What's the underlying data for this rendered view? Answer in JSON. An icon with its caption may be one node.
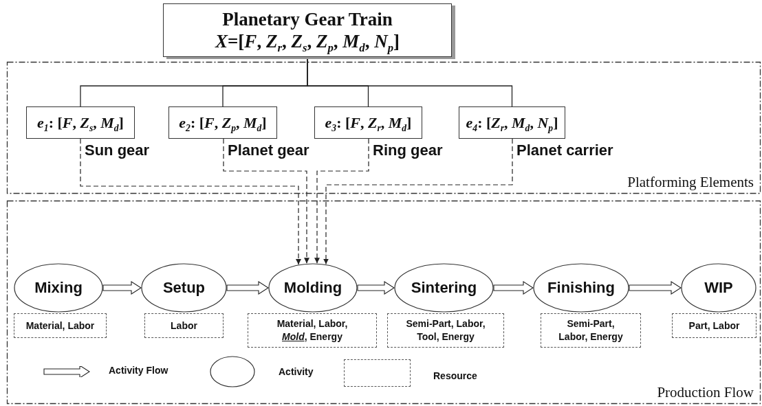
{
  "diagram": {
    "nodes": [
      {
        "text": [
          "Planetary Gear Train",
          "*X*=[*F*, *Z*$_{r}$, *Z*$_{s}$, *Z*$_{p}$, *M*$_{d}$, *N*$_{p}$]"
        ]
      },
      {
        "text": [
          "Platforming Elements"
        ]
      },
      {
        "text": [
          "*e*$_{1}$: [*F*, *Z*$_{s}$, *M*$_{d}$]"
        ],
        "in": 1,
        "beside": [
          "Sun gear"
        ]
      },
      {
        "text": [
          "*e*$_{2}$: [*F*, *Z*$_{p}$, *M*$_{d}$]"
        ],
        "in": 1,
        "beside": [
          "Planet gear"
        ]
      },
      {
        "text": [
          "*e*$_{3}$: [*F*, *Z*$_{r}$, *M*$_{d}$]"
        ],
        "in": 1,
        "beside": [
          "Ring gear"
        ]
      },
      {
        "text": [
          "*e*$_{4}$: [*Z*$_{r}$, *M*$_{d}$, *N*$_{p}$]"
        ],
        "in": 1,
        "beside": [
          "Planet carrier"
        ]
      },
      {
        "text": [
          "Production Flow"
        ]
      },
      {
        "text": [
          "Mixing"
        ],
        "in": 6
      },
      {
        "text": [
          "Setup"
        ],
        "in": 6
      },
      {
        "text": [
          "Molding"
        ],
        "in": 6
      },
      {
        "text": [
          "Sintering"
        ],
        "in": 6
      },
      {
        "text": [
          "Finishing"
        ],
        "in": 6
      },
      {
        "text": [
          "WIP"
        ],
        "in": 6
      },
      {
        "text": [
          "Material, Labor"
        ],
        "in": 6
      },
      {
        "text": [
          "Labor"
        ],
        "in": 6
      },
      {
        "text": [
          "Material, Labor, *Mold*, Energy"
        ],
        "in": 6
      },
      {
        "text": [
          "Semi-Part, Labor, Tool, Energy"
        ],
        "in": 6
      },
      {
        "text": [
          "Semi-Part, Labor, Energy"
        ],
        "in": 6
      },
      {
        "text": [
          "Part, Labor"
        ],
        "in": 6
      }
    ],
    "edges": [
      {
        "from": 0,
        "to": 2,
        "arrow": "none"
      },
      {
        "from": 0,
        "to": 3,
        "arrow": "none"
      },
      {
        "from": 0,
        "to": 4,
        "arrow": "none"
      },
      {
        "from": 0,
        "to": 5,
        "arrow": "none"
      },
      {
        "from": 2,
        "to": 9,
        "arrow": "to",
        "style": "dashed"
      },
      {
        "from": 3,
        "to": 9,
        "arrow": "to",
        "style": "dashed"
      },
      {
        "from": 4,
        "to": 9,
        "arrow": "to",
        "style": "dashed"
      },
      {
        "from": 5,
        "to": 9,
        "arrow": "to",
        "style": "dashed"
      },
      {
        "from": 7,
        "to": 8,
        "arrow": "to",
        "style": "thick"
      },
      {
        "from": 8,
        "to": 9,
        "arrow": "to",
        "style": "thick"
      },
      {
        "from": 9,
        "to": 10,
        "arrow": "to",
        "style": "thick"
      },
      {
        "from": 10,
        "to": 11,
        "arrow": "to",
        "style": "thick"
      },
      {
        "from": 11,
        "to": 12,
        "arrow": "to",
        "style": "thick"
      }
    ],
    "legend": [
      {
        "text": "Activity Flow"
      },
      {
        "text": "Activity"
      },
      {
        "text": "Resource"
      }
    ]
  }
}
